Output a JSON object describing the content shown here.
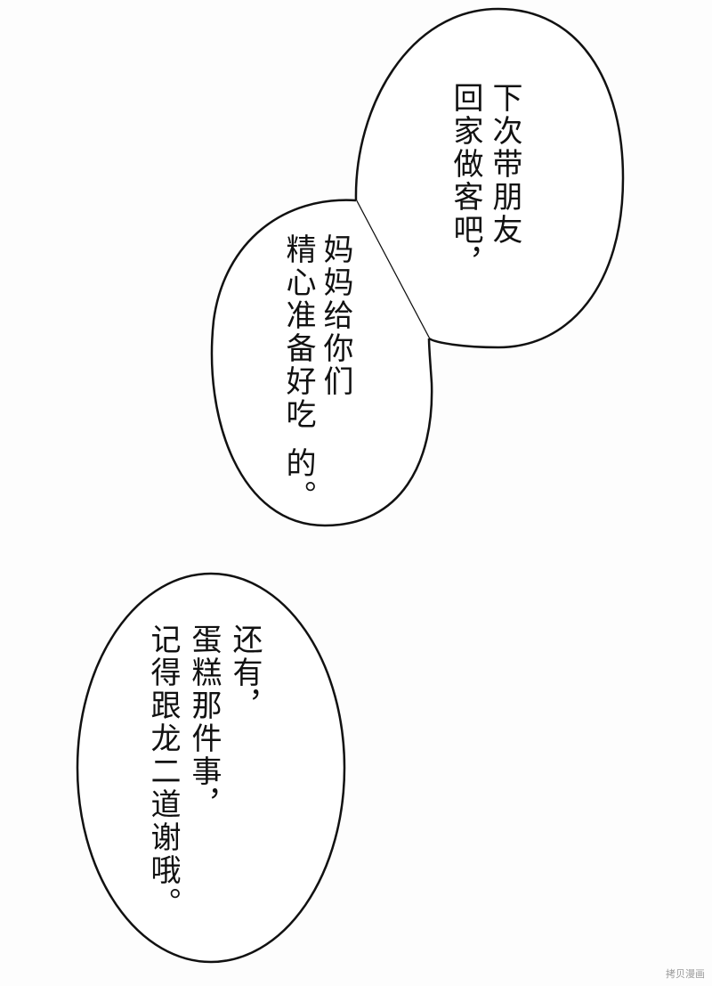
{
  "bubbles": [
    {
      "lines": [
        "下次带朋友",
        "回家做客吧，"
      ]
    },
    {
      "lines": [
        "妈妈给你们",
        "精心准备好吃",
        "的。"
      ]
    },
    {
      "lines": [
        "还有，",
        "蛋糕那件事，",
        "记得跟龙二道谢哦。"
      ]
    }
  ],
  "watermark": "拷贝漫画"
}
